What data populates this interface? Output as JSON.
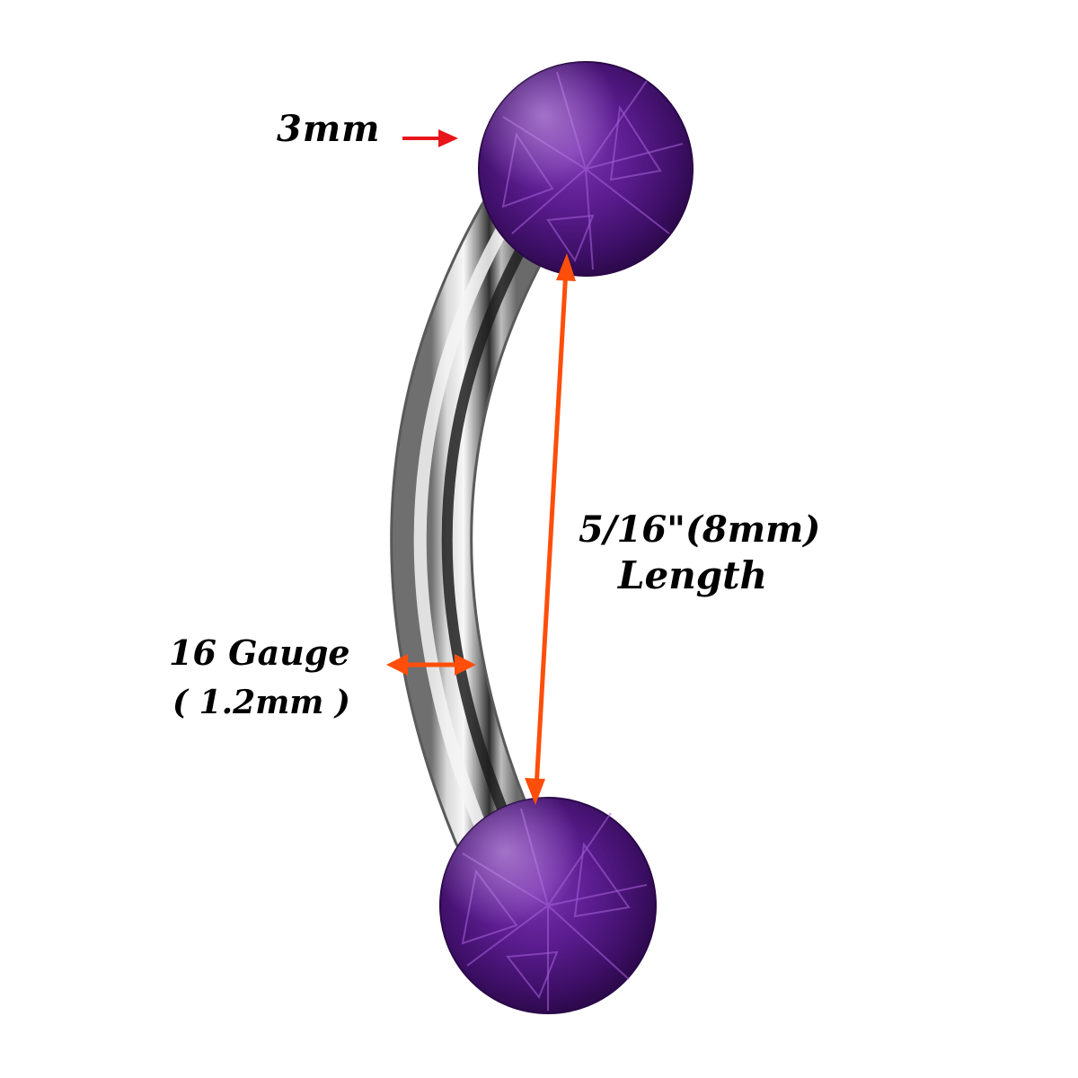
{
  "labels": {
    "ball_size": "3mm",
    "length_value": "5/16\"(8mm)",
    "length_word": "Length",
    "gauge": "16 Gauge",
    "gauge_mm": "( 1.2mm )"
  },
  "colors": {
    "background": "#ffffff",
    "text": "#000000",
    "ball_size_arrow": "#e8151b",
    "dimension_arrows": "#ff4e0a",
    "gem_purple": "#4a1578",
    "steel": "#b9b9b9"
  }
}
